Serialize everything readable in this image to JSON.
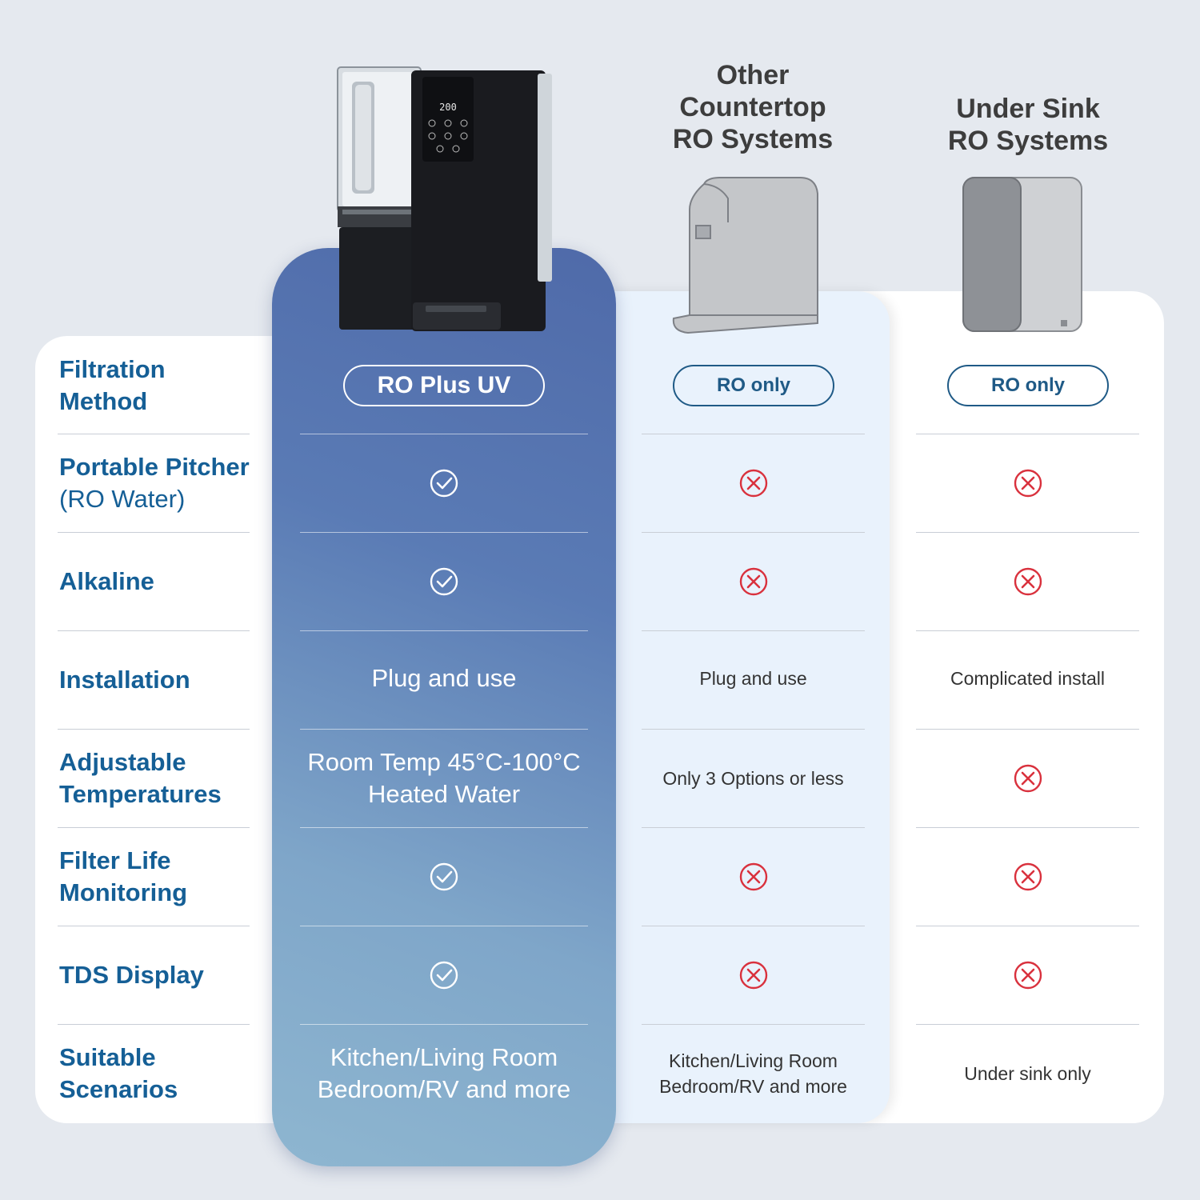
{
  "columns": [
    {
      "id": "main",
      "header": "",
      "pill": "RO Plus UV"
    },
    {
      "id": "mid",
      "header": "Other\nCountertop\nRO Systems",
      "pill": "RO only"
    },
    {
      "id": "right",
      "header": "Under Sink\nRO Systems",
      "pill": "RO only"
    }
  ],
  "product": {
    "display_value": "200"
  },
  "rows": [
    {
      "label": "Filtration\nMethod",
      "label_sub": ""
    },
    {
      "label": "Portable Pitcher",
      "label_sub": "(RO Water)",
      "main": {
        "type": "check"
      },
      "mid": {
        "type": "cross"
      },
      "right": {
        "type": "cross"
      }
    },
    {
      "label": "Alkaline",
      "label_sub": "",
      "main": {
        "type": "check"
      },
      "mid": {
        "type": "cross"
      },
      "right": {
        "type": "cross"
      }
    },
    {
      "label": "Installation",
      "label_sub": "",
      "main": {
        "type": "text",
        "text": "Plug and use"
      },
      "mid": {
        "type": "text",
        "text": "Plug and use"
      },
      "right": {
        "type": "text",
        "text": "Complicated install"
      }
    },
    {
      "label": "Adjustable\nTemperatures",
      "label_sub": "",
      "main": {
        "type": "text",
        "text": "Room Temp 45°C-100°C\nHeated Water"
      },
      "mid": {
        "type": "text",
        "text": "Only 3 Options or less"
      },
      "right": {
        "type": "cross"
      }
    },
    {
      "label": "Filter Life\nMonitoring",
      "label_sub": "",
      "main": {
        "type": "check"
      },
      "mid": {
        "type": "cross"
      },
      "right": {
        "type": "cross"
      }
    },
    {
      "label": "TDS Display",
      "label_sub": "",
      "main": {
        "type": "check"
      },
      "mid": {
        "type": "cross"
      },
      "right": {
        "type": "cross"
      }
    },
    {
      "label": "Suitable\nScenarios",
      "label_sub": "",
      "main": {
        "type": "text",
        "text": "Kitchen/Living Room\nBedroom/RV and more"
      },
      "mid": {
        "type": "text",
        "text": "Kitchen/Living Room\nBedroom/RV and more"
      },
      "right": {
        "type": "text",
        "text": "Under sink only"
      }
    }
  ],
  "colors": {
    "label_blue": "#155f96",
    "cross_red": "#d9313d",
    "check_white": "#ffffff",
    "pill_blue": "#1f5a86"
  }
}
